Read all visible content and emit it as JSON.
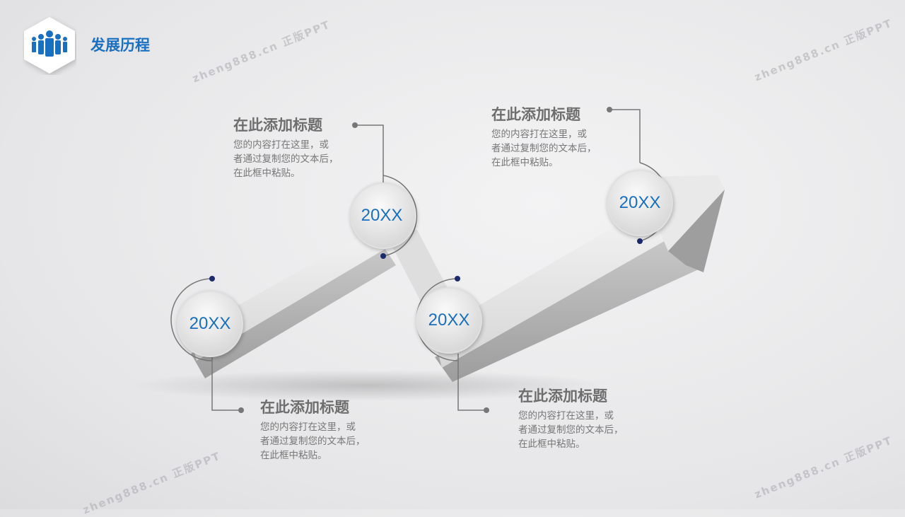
{
  "header": {
    "title": "发展历程",
    "icon": "team-icon"
  },
  "watermark": "zheng888.cn 正版PPT",
  "milestones": [
    {
      "year": "20XX",
      "title": "在此添加标题",
      "lines": [
        "您的内容打在这里，或",
        "者通过复制您的文本后，",
        "在此框中粘贴。"
      ]
    },
    {
      "year": "20XX",
      "title": "在此添加标题",
      "lines": [
        "您的内容打在这里，或",
        "者通过复制您的文本后，",
        "在此框中粘贴。"
      ]
    },
    {
      "year": "20XX",
      "title": "在此添加标题",
      "lines": [
        "您的内容打在这里，或",
        "者通过复制您的文本后，",
        "在此框中粘贴。"
      ]
    },
    {
      "year": "20XX",
      "title": "在此添加标题",
      "lines": [
        "您的内容打在这里，或",
        "者通过复制您的文本后，",
        "在此框中粘贴。"
      ]
    }
  ],
  "colors": {
    "accent": "#1a70c0",
    "dot": "#1c2a6b",
    "text": "#777777"
  }
}
